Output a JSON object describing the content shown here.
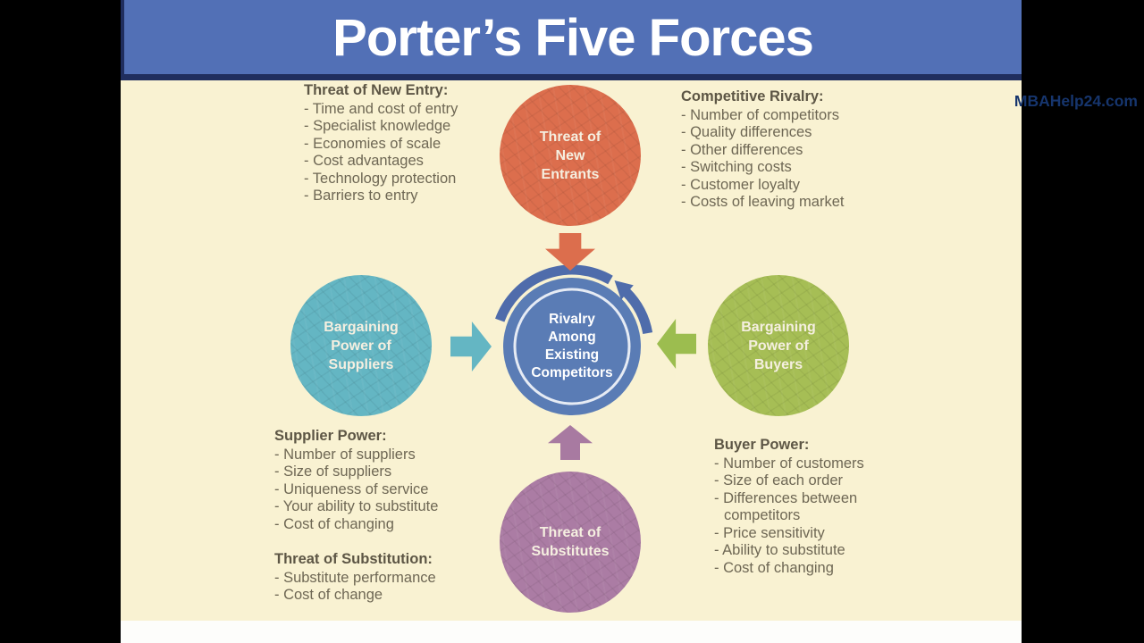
{
  "slide": {
    "title": "Porter’s Five Forces",
    "brand": "MBAHelp24.com"
  },
  "colors": {
    "header_blue": "#5270b6",
    "header_border_navy": "#202e5e",
    "background_cream": "#f9f2d2",
    "entrants_orange": "#dc6e4d",
    "suppliers_teal": "#64b6c3",
    "buyers_green": "#a6be55",
    "substitutes_purple": "#ab7ca4",
    "rivalry_blue": "#5a7cb5",
    "body_text_olive": "#6e6754",
    "brand_navy": "#16356d"
  },
  "circles": {
    "entrants": {
      "lines": [
        "Threat of",
        "New",
        "Entrants"
      ]
    },
    "suppliers": {
      "lines": [
        "Bargaining",
        "Power of",
        "Suppliers"
      ]
    },
    "rivalry": {
      "lines": [
        "Rivalry",
        "Among",
        "Existing",
        "Competitors"
      ]
    },
    "buyers": {
      "lines": [
        "Bargaining",
        "Power of",
        "Buyers"
      ]
    },
    "substitutes": {
      "lines": [
        "Threat of",
        "Substitutes"
      ]
    }
  },
  "lists": {
    "new_entry": {
      "heading": "Threat of New Entry:",
      "items": [
        "- Time and cost of entry",
        "- Specialist knowledge",
        "- Economies of scale",
        "- Cost advantages",
        "- Technology protection",
        "- Barriers to entry"
      ]
    },
    "rivalry": {
      "heading": "Competitive Rivalry:",
      "items": [
        "- Number of competitors",
        "- Quality differences",
        "- Other differences",
        "- Switching costs",
        "- Customer loyalty",
        "- Costs of leaving market"
      ]
    },
    "supplier": {
      "heading": "Supplier Power:",
      "items": [
        "- Number of suppliers",
        "- Size of suppliers",
        "- Uniqueness of service",
        "- Your ability to substitute",
        "- Cost of changing"
      ]
    },
    "substitution": {
      "heading": "Threat of Substitution:",
      "items": [
        "- Substitute performance",
        "- Cost of change"
      ]
    },
    "buyer": {
      "heading": "Buyer Power:",
      "items": [
        "- Number of customers",
        "- Size of each order",
        "- Differences between competitors",
        "- Price sensitivity",
        "- Ability to substitute",
        "- Cost of changing"
      ]
    }
  }
}
